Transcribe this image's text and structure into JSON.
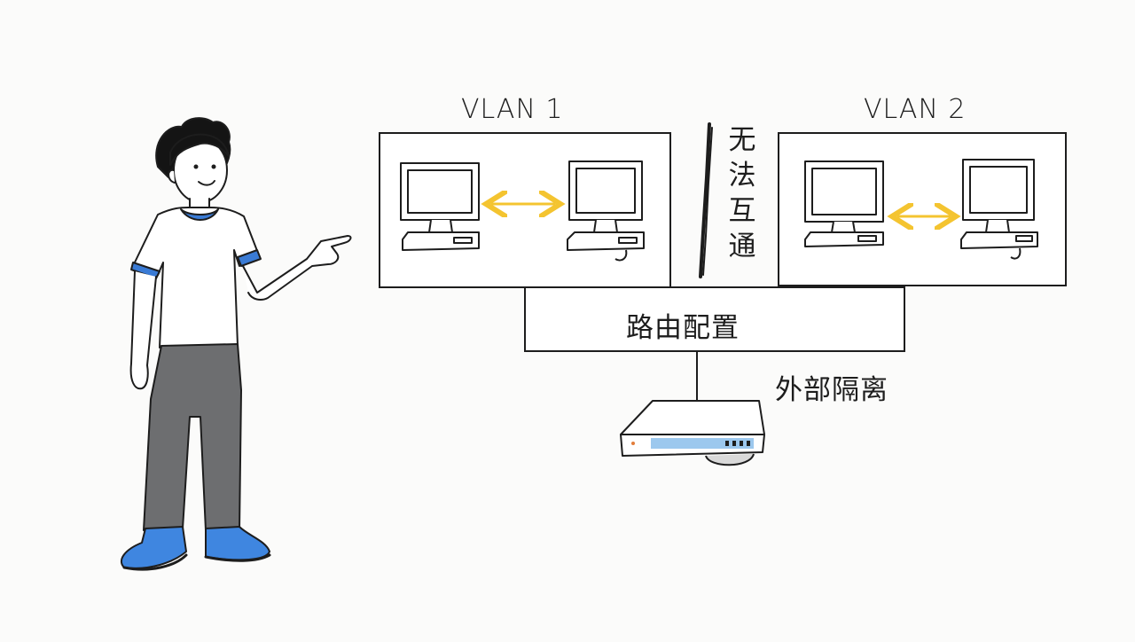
{
  "vlan1": {
    "title": "VLAN 1"
  },
  "vlan2": {
    "title": "VLAN 2"
  },
  "isolation_note": {
    "chars": [
      "无",
      "法",
      "互",
      "通"
    ]
  },
  "router_box": {
    "label": "路由配置"
  },
  "external_label": "外部隔离",
  "colors": {
    "arrow": "#f4c430",
    "shirt_trim": "#3a7bd5",
    "pants": "#6d6e70",
    "shoes": "#3f86e0",
    "device_strip": "#9cc8ee",
    "ink": "#1d1d1d"
  }
}
